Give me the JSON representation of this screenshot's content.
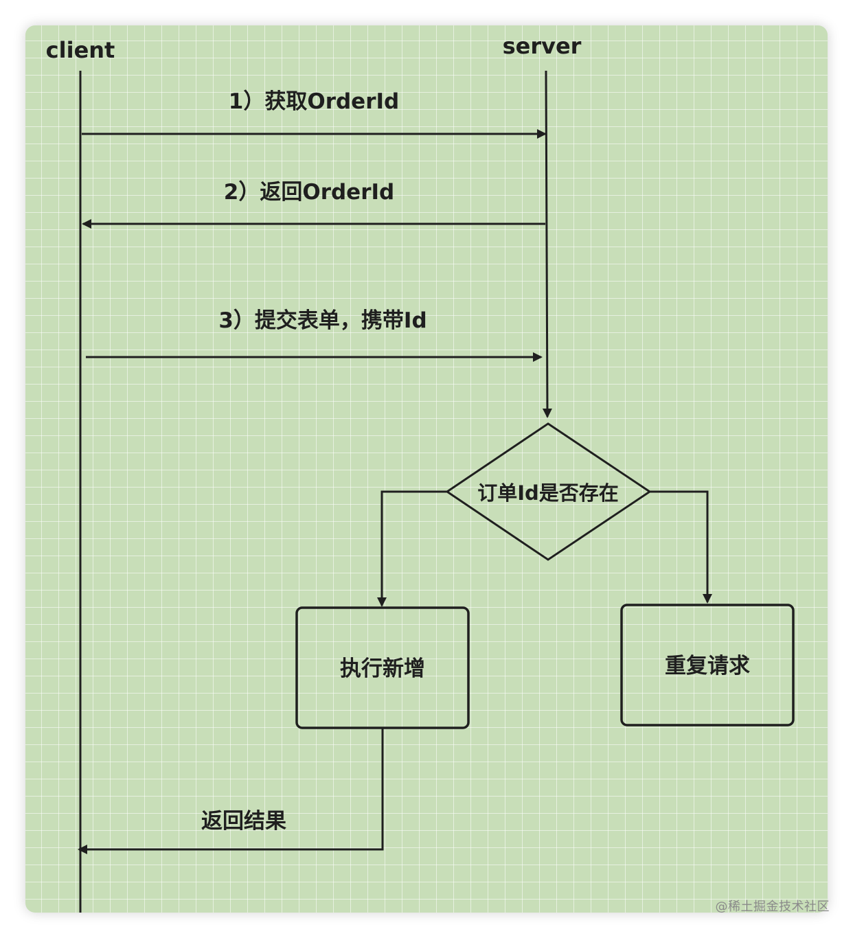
{
  "diagram": {
    "actors": {
      "client": "client",
      "server": "server"
    },
    "messages": {
      "step1": "1）获取OrderId",
      "step2": "2）返回OrderId",
      "step3": "3）提交表单，携带Id",
      "return_result": "返回结果"
    },
    "decision": "订单Id是否存在",
    "boxes": {
      "execute": "执行新增",
      "duplicate": "重复请求"
    }
  },
  "watermark": "@稀土掘金技术社区",
  "colors": {
    "background": "#c8deb8",
    "stroke": "#1f1f1f"
  }
}
